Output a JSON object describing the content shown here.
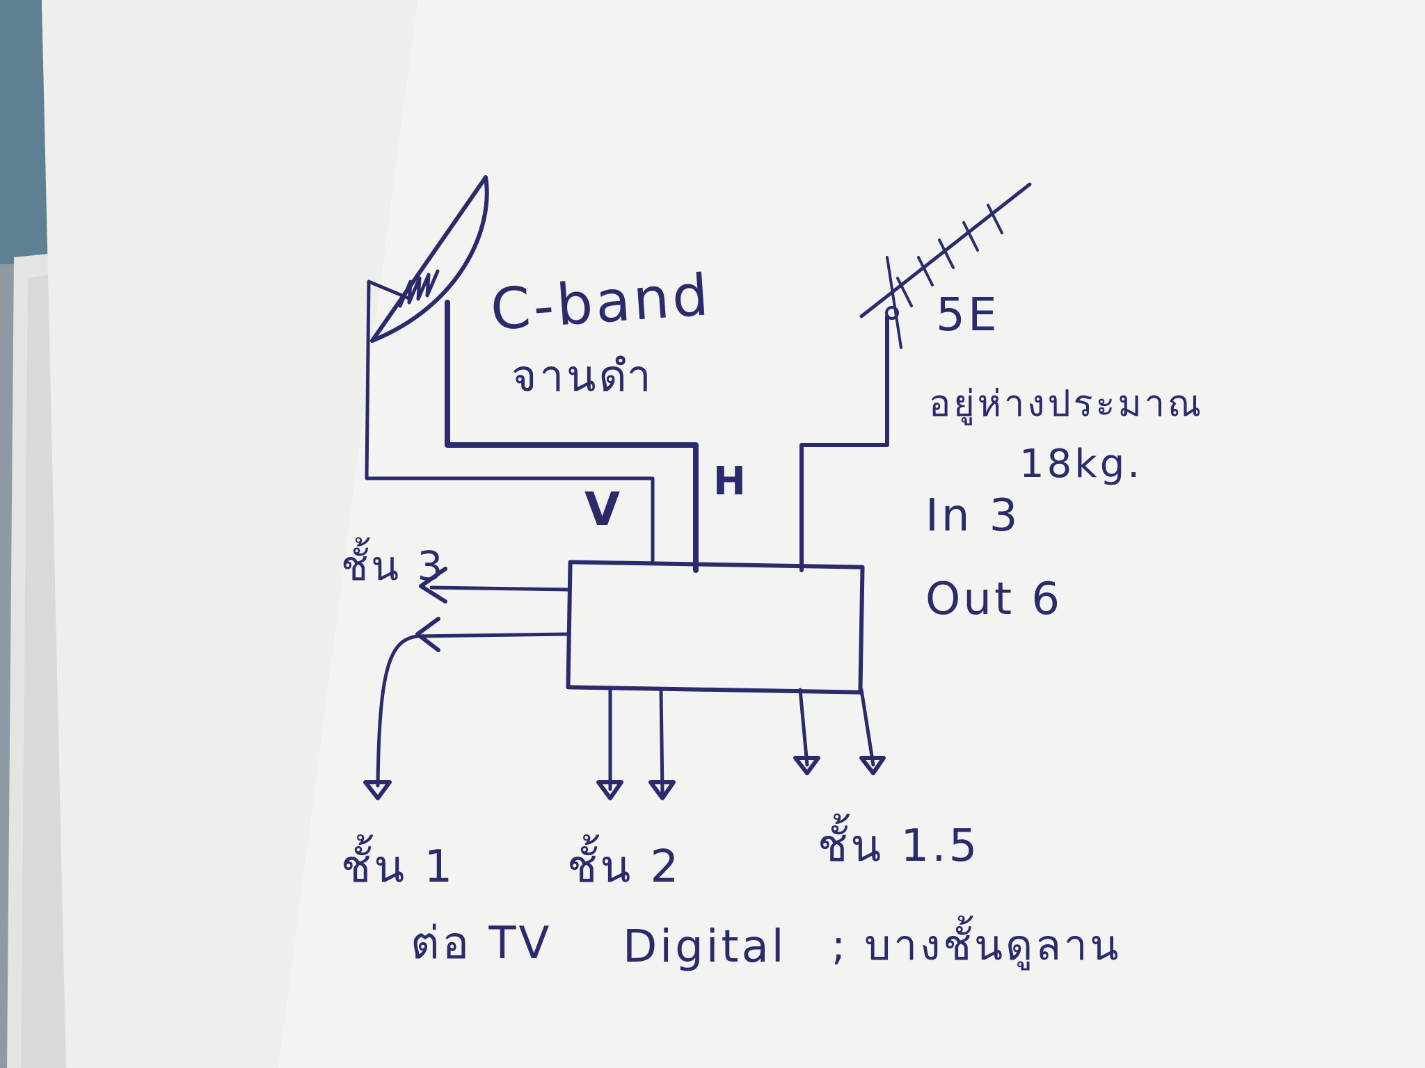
{
  "labels": {
    "dish_band": "C-band",
    "dish_type": "จานดำ",
    "antenna_model": "5E",
    "antenna_location": "อยู่ห่างประมาณ",
    "antenna_distance": "18kg.",
    "pol_v": "V",
    "pol_h": "H",
    "in_count": "In 3",
    "out_count": "Out 6",
    "floor_3": "ชั้น 3",
    "floor_1": "ชั้น 1",
    "floor_2": "ชั้น 2",
    "floor_15": "ชั้น 1.5",
    "footer_left": "ต่อ TV",
    "footer_mid": "Digital",
    "footer_right": "; บางชั้นดูลาน"
  },
  "colors": {
    "ink": "#2b2a6b",
    "paper": "#f3f3f1",
    "background": "#8d9aa3"
  }
}
